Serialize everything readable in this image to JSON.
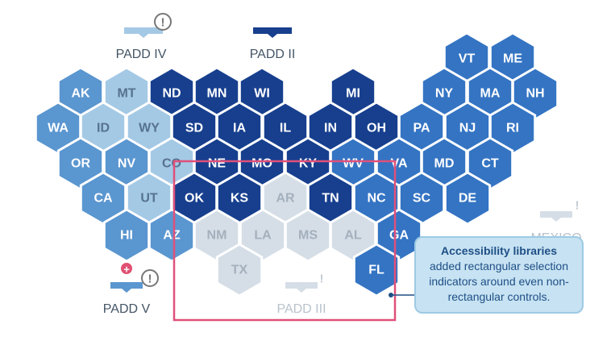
{
  "colors": {
    "padd1": "#3474c3",
    "padd2": "#173f8e",
    "padd3": "#d5dee7",
    "padd4": "#a4c9e5",
    "padd5": "#5a96d0",
    "label_light": "#ffffff",
    "label_padd4": "#56728e",
    "label_padd3": "#a4b0bd",
    "selection": "#e0507a",
    "tooltip_bg": "#c7e2f2",
    "tooltip_text": "#1e4f86",
    "padd_label": "#445566"
  },
  "states": [
    {
      "abbr": "VT",
      "region": "padd1"
    },
    {
      "abbr": "ME",
      "region": "padd1"
    },
    {
      "abbr": "ND",
      "region": "padd2"
    },
    {
      "abbr": "MN",
      "region": "padd2"
    },
    {
      "abbr": "WI",
      "region": "padd2"
    },
    {
      "abbr": "MI",
      "region": "padd2"
    },
    {
      "abbr": "NY",
      "region": "padd1"
    },
    {
      "abbr": "MA",
      "region": "padd1"
    },
    {
      "abbr": "NH",
      "region": "padd1"
    },
    {
      "abbr": "AK",
      "region": "padd5"
    },
    {
      "abbr": "MT",
      "region": "padd4"
    },
    {
      "abbr": "SD",
      "region": "padd2"
    },
    {
      "abbr": "IA",
      "region": "padd2"
    },
    {
      "abbr": "IL",
      "region": "padd2"
    },
    {
      "abbr": "IN",
      "region": "padd2"
    },
    {
      "abbr": "OH",
      "region": "padd2"
    },
    {
      "abbr": "PA",
      "region": "padd1"
    },
    {
      "abbr": "NJ",
      "region": "padd1"
    },
    {
      "abbr": "RI",
      "region": "padd1"
    },
    {
      "abbr": "WA",
      "region": "padd5"
    },
    {
      "abbr": "ID",
      "region": "padd4"
    },
    {
      "abbr": "WY",
      "region": "padd4"
    },
    {
      "abbr": "NE",
      "region": "padd2"
    },
    {
      "abbr": "MO",
      "region": "padd2"
    },
    {
      "abbr": "KY",
      "region": "padd2"
    },
    {
      "abbr": "WV",
      "region": "padd1"
    },
    {
      "abbr": "VA",
      "region": "padd1"
    },
    {
      "abbr": "MD",
      "region": "padd1"
    },
    {
      "abbr": "CT",
      "region": "padd1"
    },
    {
      "abbr": "OR",
      "region": "padd5"
    },
    {
      "abbr": "NV",
      "region": "padd5"
    },
    {
      "abbr": "CO",
      "region": "padd4"
    },
    {
      "abbr": "OK",
      "region": "padd2"
    },
    {
      "abbr": "KS",
      "region": "padd2"
    },
    {
      "abbr": "AR",
      "region": "padd3"
    },
    {
      "abbr": "TN",
      "region": "padd2"
    },
    {
      "abbr": "NC",
      "region": "padd1"
    },
    {
      "abbr": "SC",
      "region": "padd1"
    },
    {
      "abbr": "DE",
      "region": "padd1"
    },
    {
      "abbr": "CA",
      "region": "padd5"
    },
    {
      "abbr": "UT",
      "region": "padd4"
    },
    {
      "abbr": "NM",
      "region": "padd3"
    },
    {
      "abbr": "LA",
      "region": "padd3"
    },
    {
      "abbr": "MS",
      "region": "padd3"
    },
    {
      "abbr": "AL",
      "region": "padd3"
    },
    {
      "abbr": "GA",
      "region": "padd1"
    },
    {
      "abbr": "HI",
      "region": "padd5"
    },
    {
      "abbr": "AZ",
      "region": "padd5"
    },
    {
      "abbr": "TX",
      "region": "padd3"
    },
    {
      "abbr": "FL",
      "region": "padd1"
    }
  ],
  "padd_labels": [
    {
      "text": "PADD IV",
      "region": "padd4"
    },
    {
      "text": "PADD II",
      "region": "padd2"
    },
    {
      "text": "PADD V",
      "region": "padd5"
    },
    {
      "text": "PADD III",
      "region": "padd3"
    },
    {
      "text": "MEXICO",
      "region": "padd3"
    }
  ],
  "indicators": [
    {
      "icon": "exclamation-badge-icon",
      "glyph": "!"
    },
    {
      "icon": "exclamation-badge-icon",
      "glyph": "!"
    },
    {
      "icon": "exclamation-mark-icon",
      "glyph": "!"
    },
    {
      "icon": "exclamation-mark-icon",
      "glyph": "!"
    },
    {
      "icon": "plus-badge-icon",
      "glyph": "+"
    }
  ],
  "tooltip": {
    "title": "Accessibility libraries",
    "body": "added rectangular selection indicators around even non-rectangular controls."
  }
}
